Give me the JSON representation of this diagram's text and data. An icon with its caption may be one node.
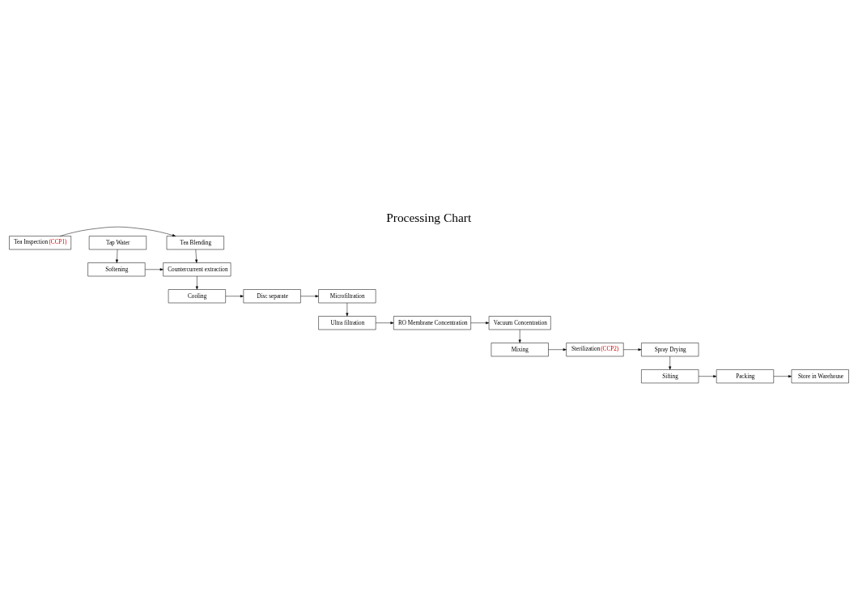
{
  "diagram": {
    "title": "Processing Chart",
    "nodes": [
      {
        "text": [
          "Tea Inspection",
          "(CCP1)"
        ]
      },
      {
        "text": [
          "Tea Blending"
        ]
      },
      {
        "text": [
          "Tap Water"
        ]
      },
      {
        "text": [
          "Countercurrent extraction"
        ]
      },
      {
        "text": [
          "Softening"
        ]
      },
      {
        "text": [
          "Cooling"
        ]
      },
      {
        "text": [
          "Disc separate"
        ]
      },
      {
        "text": [
          "Microfiltration"
        ]
      },
      {
        "text": [
          "Vacuum Concentration"
        ]
      },
      {
        "text": [
          "RO Membrane Concentration"
        ]
      },
      {
        "text": [
          "Ultra filtration"
        ]
      },
      {
        "text": [
          "Mixing"
        ]
      },
      {
        "text": [
          "Sterilization",
          "(CCP2)"
        ]
      },
      {
        "text": [
          "Spray Drying"
        ]
      },
      {
        "text": [
          "Store in Warehouse"
        ]
      },
      {
        "text": [
          "Packing"
        ]
      },
      {
        "text": [
          "Sifting"
        ]
      }
    ],
    "edges": [
      {
        "from": 0,
        "to": 1,
        "arrow": "to"
      },
      {
        "from": 1,
        "to": 3,
        "arrow": "to"
      },
      {
        "from": 2,
        "to": 4,
        "arrow": "to"
      },
      {
        "from": 4,
        "to": 3,
        "arrow": "to"
      },
      {
        "from": 3,
        "to": 5,
        "arrow": "to"
      },
      {
        "from": 5,
        "to": 6,
        "arrow": "to"
      },
      {
        "from": 6,
        "to": 7,
        "arrow": "to"
      },
      {
        "from": 7,
        "to": 10,
        "arrow": "to"
      },
      {
        "from": 10,
        "to": 9,
        "arrow": "to"
      },
      {
        "from": 9,
        "to": 8,
        "arrow": "to"
      },
      {
        "from": 8,
        "to": 11,
        "arrow": "to"
      },
      {
        "from": 11,
        "to": 12,
        "arrow": "to"
      },
      {
        "from": 12,
        "to": 13,
        "arrow": "to"
      },
      {
        "from": 13,
        "to": 16,
        "arrow": "to"
      },
      {
        "from": 16,
        "to": 15,
        "arrow": "to"
      },
      {
        "from": 15,
        "to": 14,
        "arrow": "to"
      }
    ]
  }
}
